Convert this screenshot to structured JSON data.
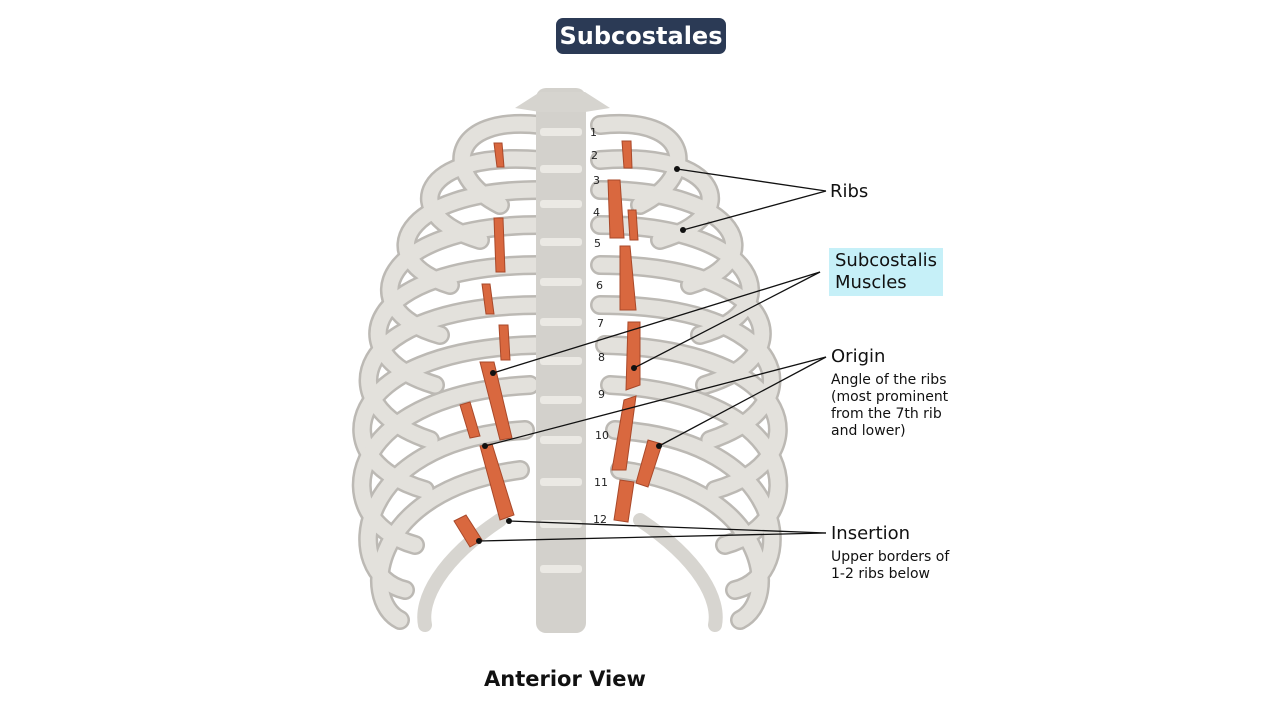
{
  "title": "Subcostales",
  "rib_numbers": [
    "1",
    "2",
    "3",
    "4",
    "5",
    "6",
    "7",
    "8",
    "9",
    "10",
    "11",
    "12"
  ],
  "labels": {
    "ribs": "Ribs",
    "muscles_line1": "Subcostalis",
    "muscles_line2": "Muscles",
    "origin": "Origin",
    "origin_desc": "Angle of the ribs (most prominent from the 7th rib and lower)",
    "insertion": "Insertion",
    "insertion_desc": "Upper borders of 1-2 ribs below"
  },
  "caption": "Anterior View",
  "colors": {
    "title_bg": "#2b3a55",
    "bone": "#dcdad5",
    "muscle": "#d9683f",
    "highlight": "#c6f0f8"
  }
}
